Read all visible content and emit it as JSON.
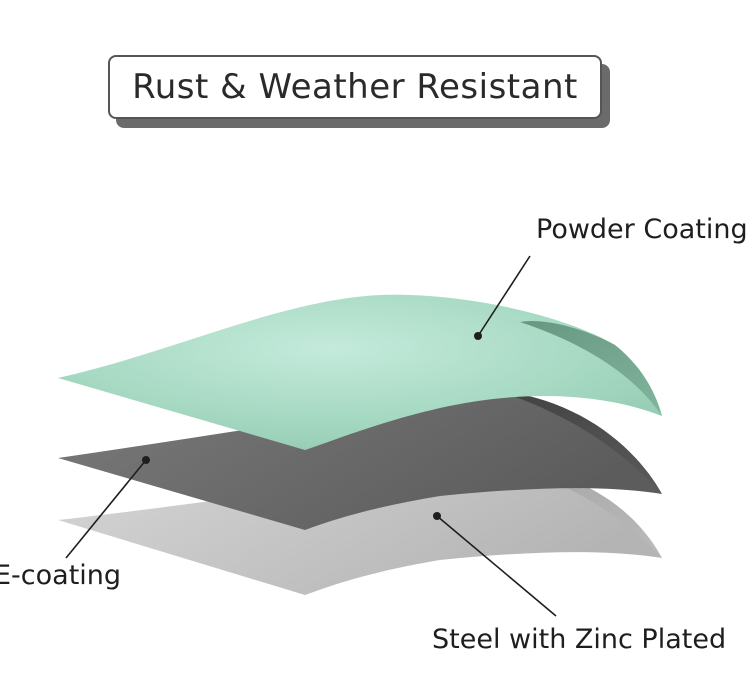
{
  "title": "Rust & Weather Resistant",
  "layers": [
    {
      "label": "Powder Coating",
      "color": "#a9dcc6"
    },
    {
      "label": "E-coating",
      "color": "#6a6a6a"
    },
    {
      "label": "Steel with Zinc Plated",
      "color": "#c4c4c4"
    }
  ],
  "colors": {
    "title_border": "#555555",
    "title_shadow": "#6b6b6b",
    "leader_line": "#1e1e1e"
  }
}
